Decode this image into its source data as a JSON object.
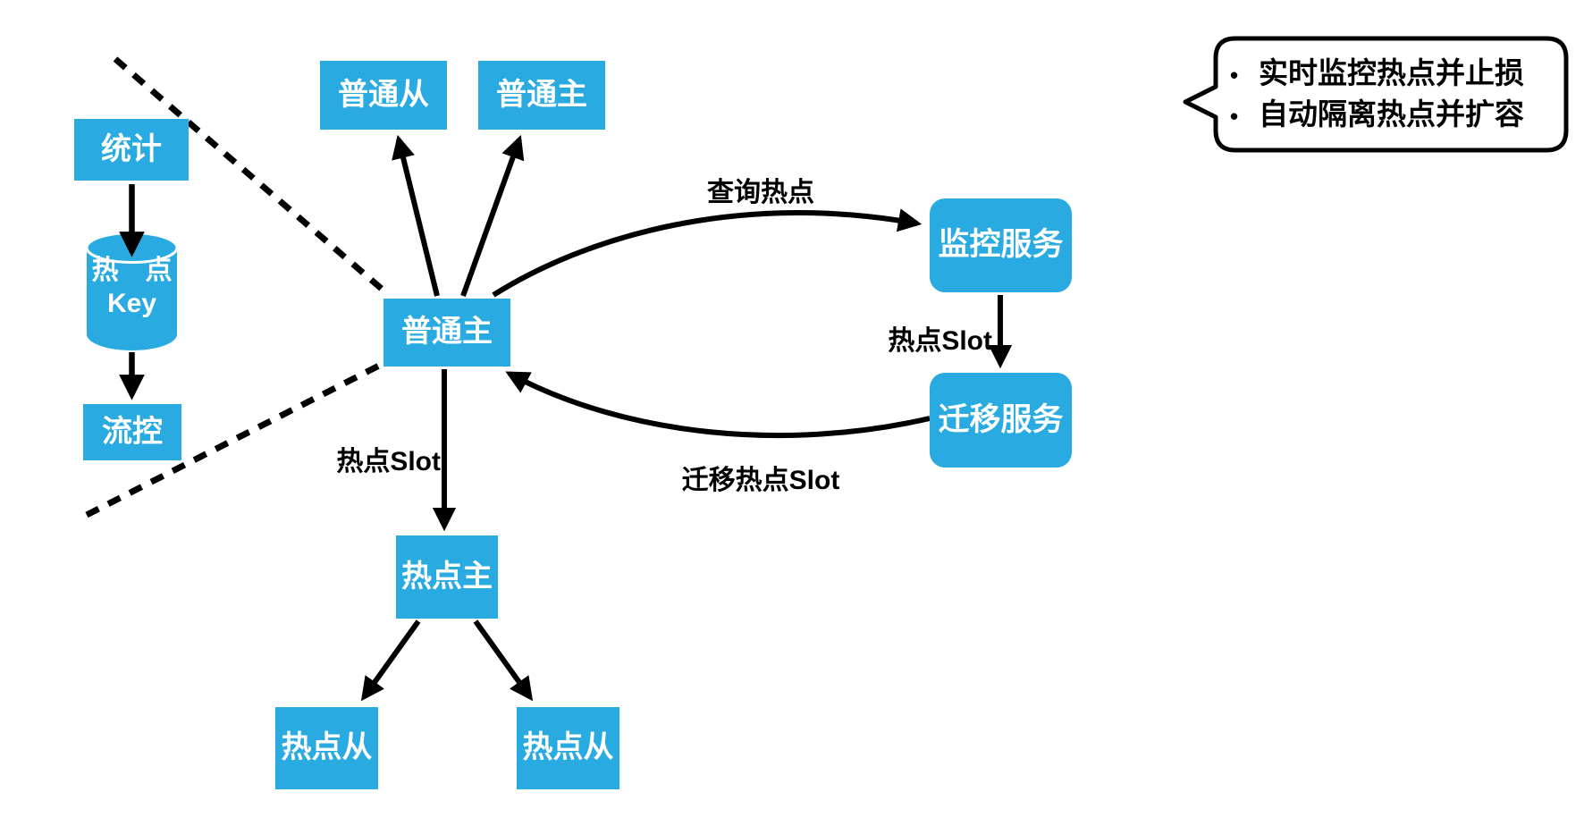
{
  "diagram": {
    "colors": {
      "node_fill": "#29ABE2",
      "node_text": "#FFFFFF",
      "line_color": "#000000"
    },
    "nodes": {
      "stat": {
        "label": "统计"
      },
      "hot_key_store": {
        "line1": "热　点",
        "line2": "Key"
      },
      "flow_control": {
        "label": "流控"
      },
      "normal_slave_top": {
        "label": "普通从"
      },
      "normal_master_top": {
        "label": "普通主"
      },
      "normal_master_center": {
        "label": "普通主"
      },
      "hot_master": {
        "label": "热点主"
      },
      "hot_slave_left": {
        "label": "热点从"
      },
      "hot_slave_right": {
        "label": "热点从"
      },
      "monitor_service": {
        "label": "监控服务"
      },
      "migrate_service": {
        "label": "迁移服务"
      }
    },
    "edge_labels": {
      "query_hotspot": "查询热点",
      "hot_slot_to_migrate": "热点Slot",
      "migrate_hot_slot": "迁移热点Slot",
      "hot_slot_to_hot_master": "热点Slot"
    },
    "callout": {
      "bullet": "•",
      "items": [
        "实时监控热点并止损",
        "自动隔离热点并扩容"
      ]
    }
  }
}
